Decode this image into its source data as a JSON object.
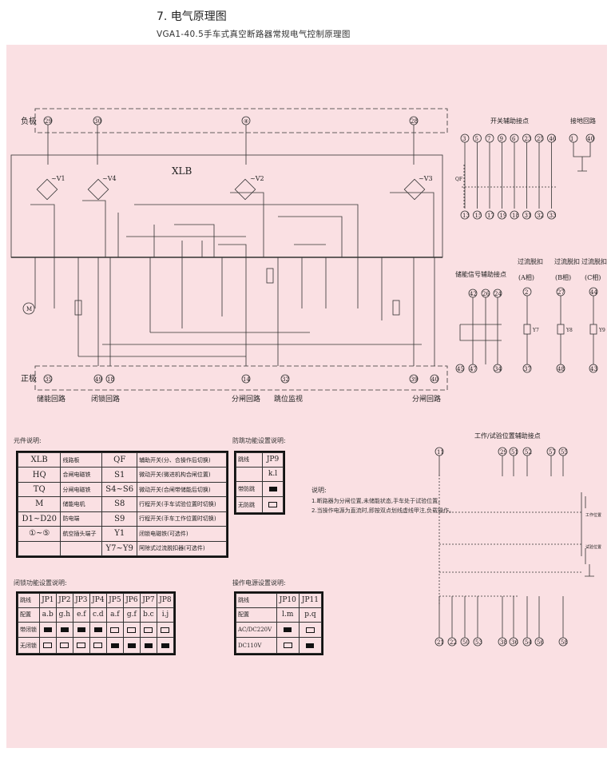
{
  "header": {
    "title": "7. 电气原理图",
    "subtitle": "VGA1-40.5手车式真空断路器常规电气控制原理图"
  },
  "bus": {
    "neg_label": "负极",
    "pos_label": "正极",
    "block_label": "XLB",
    "top_terminals": [
      "29",
      "30",
      "④",
      "28"
    ],
    "bottom_terminals": [
      "35",
      "49",
      "18",
      "14",
      "32",
      "39",
      "40"
    ]
  },
  "func_labels": [
    "储能回路",
    "闭锁回路",
    "分闸回路",
    "跳位监视",
    "分闸回路"
  ],
  "aux_contacts": {
    "title": "开关辅助接点",
    "top": [
      "3",
      "5",
      "7",
      "9",
      "6",
      "23",
      "25",
      "46"
    ],
    "bottom": [
      "13",
      "15",
      "17",
      "19",
      "18",
      "31",
      "32",
      "33"
    ]
  },
  "ground_loop": {
    "title": "接地回路",
    "nums": [
      "1",
      "40"
    ]
  },
  "storage_sig": {
    "title": "储能信号辅助接点",
    "top": [
      "42",
      "26",
      "24"
    ],
    "bottom": [
      "45",
      "47",
      "34"
    ]
  },
  "overcurrent": [
    {
      "title": "过流脱扣",
      "phase": "(A相)",
      "top": "2",
      "coil": "Y7",
      "bottom": "37"
    },
    {
      "title": "过流脱扣",
      "phase": "(B相)",
      "top": "27",
      "coil": "Y8",
      "bottom": "48"
    },
    {
      "title": "过流脱扣",
      "phase": "(C相)",
      "top": "44",
      "coil": "Y9",
      "bottom": "43"
    }
  ],
  "position_contacts": {
    "title": "工作/试验位置辅助接点",
    "top": [
      "11",
      "29",
      "51",
      "52",
      "57",
      "55"
    ],
    "bottom": [
      "21",
      "22",
      "50",
      "53",
      "38",
      "36",
      "54",
      "56",
      "58"
    ],
    "s8_label": "工作位置",
    "s9_label": "试验位置"
  },
  "components": {
    "caption": "元件说明:",
    "rows": [
      [
        "XLB",
        "线路板",
        "QF",
        "辅助开关(分、合操作后切换)"
      ],
      [
        "HQ",
        "合闸电磁铁",
        "S1",
        "微动开关(微进机构合闸位置)"
      ],
      [
        "TQ",
        "分闸电磁铁",
        "S4~S6",
        "微动开关(合闸带储能后切换)"
      ],
      [
        "M",
        "储能电机",
        "S8",
        "行程开关(手车试验位置时切换)"
      ],
      [
        "D1~D20",
        "防电端",
        "S9",
        "行程开关(手车工作位置时切换)"
      ],
      [
        "①~⑤",
        "航空插头端子",
        "Y1",
        "闭锁电磁铁(可选件)"
      ],
      [
        "",
        "",
        "Y7~Y9",
        "阿除式过流脱扣器(可选件)"
      ]
    ]
  },
  "anti_jump": {
    "caption": "防跳功能设置说明:",
    "header": [
      "跳线",
      "JP9"
    ],
    "sub": "k.l",
    "rows": [
      [
        "带防跳",
        "b"
      ],
      [
        "无防跳",
        "w"
      ]
    ]
  },
  "notes": {
    "title": "说明:",
    "lines": [
      "1.断路器为分闸位置,未储能状态,手车处于试验位置。",
      "2.当操作电源为直流时,即按双点划线虚线甲注,负载操作。"
    ]
  },
  "interlock": {
    "caption": "闭锁功能设置说明:",
    "header": [
      "跳线",
      "JP1",
      "JP2",
      "JP3",
      "JP4",
      "JP5",
      "JP6",
      "JP7",
      "JP8"
    ],
    "sub": [
      "配置",
      "a.b",
      "g.h",
      "e.f",
      "c.d",
      "a.f",
      "g.f",
      "b.c",
      "i.j"
    ],
    "rows": [
      [
        "带闭锁",
        "b",
        "b",
        "b",
        "b",
        "w",
        "w",
        "w",
        "w"
      ],
      [
        "无闭锁",
        "w",
        "w",
        "w",
        "w",
        "b",
        "b",
        "b",
        "b"
      ]
    ]
  },
  "power": {
    "caption": "操作电源设置说明:",
    "header": [
      "跳线",
      "JP10",
      "JP11"
    ],
    "sub": [
      "配置",
      "l.m",
      "p.q"
    ],
    "rows": [
      [
        "AC/DC220V",
        "b",
        "w"
      ],
      [
        "DC110V",
        "w",
        "b"
      ]
    ]
  }
}
